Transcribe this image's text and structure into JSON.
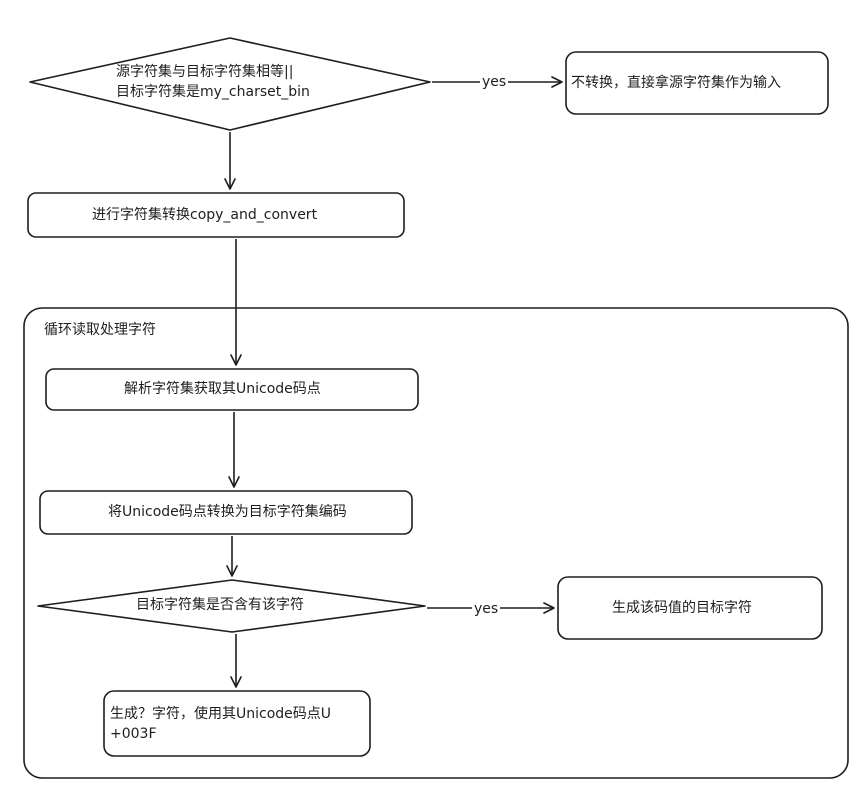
{
  "group": {
    "label": "循环读取处理字符"
  },
  "nodes": {
    "decision_same_charset": {
      "line1": "源字符集与目标字符集相等||",
      "line2": "目标字符集是my_charset_bin"
    },
    "no_convert": {
      "text": "不转换，直接拿源字符集作为输入"
    },
    "copy_and_convert": {
      "text": "进行字符集转换copy_and_convert"
    },
    "parse_unicode": {
      "text": "解析字符集获取其Unicode码点"
    },
    "unicode_to_target": {
      "text": "将Unicode码点转换为目标字符集编码"
    },
    "decision_has_char": {
      "text": "目标字符集是否含有该字符"
    },
    "generate_target_char": {
      "text": "生成该码值的目标字符"
    },
    "generate_question": {
      "line1": "生成？字符，使用其Unicode码点U",
      "line2": "+003F"
    }
  },
  "edges": {
    "yes_label_1": "yes",
    "yes_label_2": "yes"
  },
  "colors": {
    "stroke": "#1e1e1e",
    "fill": "#ffffff"
  }
}
